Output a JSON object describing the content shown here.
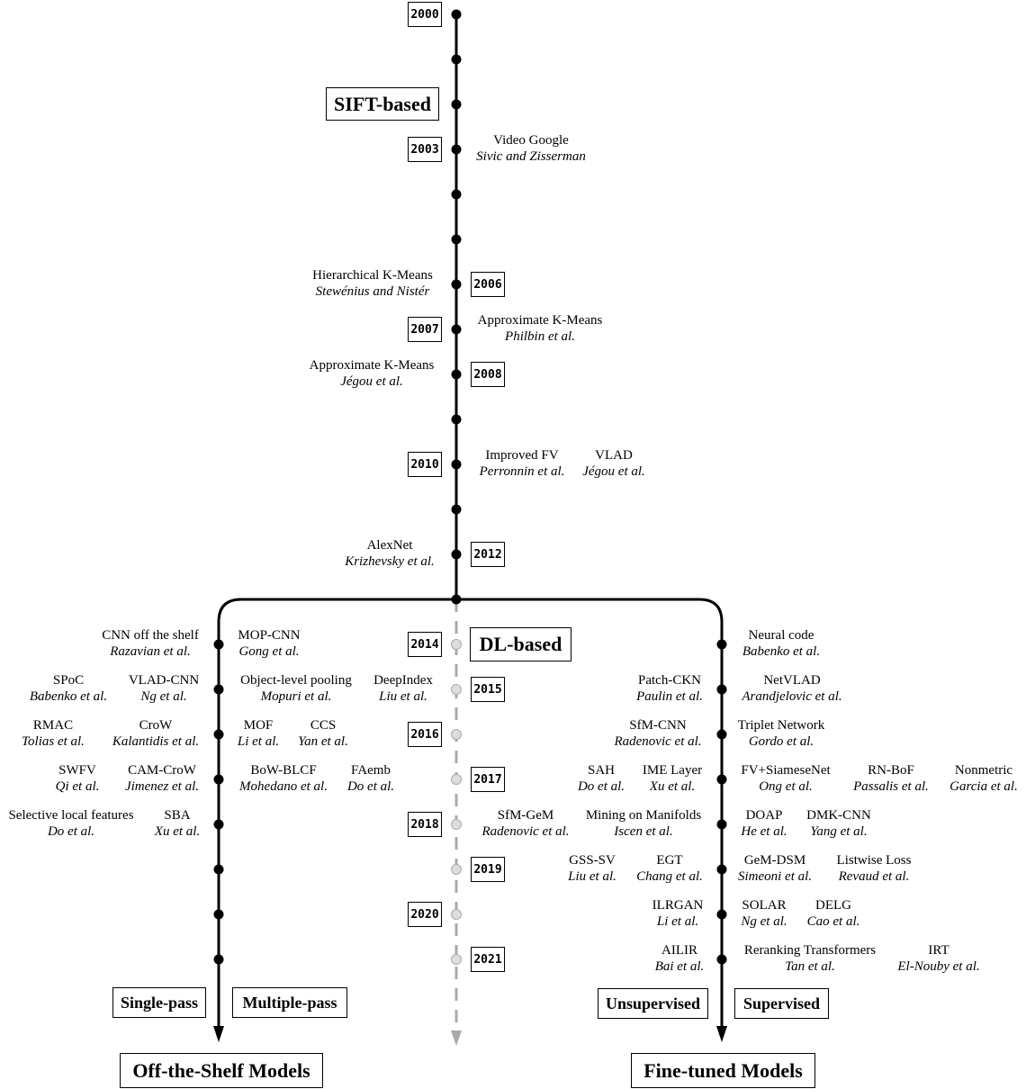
{
  "eras": {
    "sift": "SIFT-based",
    "dl": "DL-based"
  },
  "years_top": [
    "2000",
    "2003",
    "2006",
    "2007",
    "2008",
    "2010",
    "2012"
  ],
  "years_dl": [
    "2014",
    "2015",
    "2016",
    "2017",
    "2018",
    "2019",
    "2020",
    "2021"
  ],
  "entries": [
    {
      "title": "Video Google",
      "author": "Sivic and Zisserman"
    },
    {
      "title": "Hierarchical K-Means",
      "author": "Stewénius and Nistér"
    },
    {
      "title": "Approximate K-Means",
      "author": "Philbin et al."
    },
    {
      "title": "Approximate K-Means",
      "author": "Jégou et al."
    },
    {
      "title": "Improved FV",
      "author": "Perronnin et al."
    },
    {
      "title": "VLAD",
      "author": "Jégou et al."
    },
    {
      "title": "AlexNet",
      "author": "Krizhevsky et al."
    },
    {
      "title": "CNN off the shelf",
      "author": "Razavian et al."
    },
    {
      "title": "MOP-CNN",
      "author": "Gong et al."
    },
    {
      "title": "SPoC",
      "author": "Babenko et al."
    },
    {
      "title": "VLAD-CNN",
      "author": "Ng et al."
    },
    {
      "title": "Object-level pooling",
      "author": "Mopuri et al."
    },
    {
      "title": "DeepIndex",
      "author": "Liu et al."
    },
    {
      "title": "RMAC",
      "author": "Tolias et al."
    },
    {
      "title": "CroW",
      "author": "Kalantidis et al."
    },
    {
      "title": "MOF",
      "author": "Li et al."
    },
    {
      "title": "CCS",
      "author": "Yan et al."
    },
    {
      "title": "SWFV",
      "author": "Qi et al."
    },
    {
      "title": "CAM-CroW",
      "author": "Jimenez et al."
    },
    {
      "title": "BoW-BLCF",
      "author": "Mohedano et al."
    },
    {
      "title": "FAemb",
      "author": "Do et al."
    },
    {
      "title": "Selective local features",
      "author": "Do et al."
    },
    {
      "title": "SBA",
      "author": "Xu et al."
    },
    {
      "title": "Neural code",
      "author": "Babenko et al."
    },
    {
      "title": "Patch-CKN",
      "author": "Paulin et al."
    },
    {
      "title": "NetVLAD",
      "author": "Arandjelovic et al."
    },
    {
      "title": "SfM-CNN",
      "author": "Radenovic et al."
    },
    {
      "title": "Triplet Network",
      "author": "Gordo et al."
    },
    {
      "title": "SAH",
      "author": "Do et al."
    },
    {
      "title": "IME Layer",
      "author": "Xu et al."
    },
    {
      "title": "FV+SiameseNet",
      "author": "Ong et al."
    },
    {
      "title": "RN-BoF",
      "author": "Passalis et al."
    },
    {
      "title": "Nonmetric",
      "author": "Garcia et al."
    },
    {
      "title": "SfM-GeM",
      "author": "Radenovic et al."
    },
    {
      "title": "Mining on Manifolds",
      "author": "Iscen et al."
    },
    {
      "title": "DOAP",
      "author": "He et al."
    },
    {
      "title": "DMK-CNN",
      "author": "Yang et al."
    },
    {
      "title": "GSS-SV",
      "author": "Liu et al."
    },
    {
      "title": "EGT",
      "author": "Chang et al."
    },
    {
      "title": "GeM-DSM",
      "author": "Simeoni et al."
    },
    {
      "title": "Listwise Loss",
      "author": "Revaud et al."
    },
    {
      "title": "ILRGAN",
      "author": "Li et al."
    },
    {
      "title": "SOLAR",
      "author": "Ng et al."
    },
    {
      "title": "DELG",
      "author": "Cao et al."
    },
    {
      "title": "AILIR",
      "author": "Bai et al."
    },
    {
      "title": "Reranking Transformers",
      "author": "Tan et al."
    },
    {
      "title": "IRT",
      "author": "El-Nouby et al."
    }
  ],
  "branches": {
    "single_pass": "Single-pass",
    "multiple_pass": "Multiple-pass",
    "unsupervised": "Unsupervised",
    "supervised": "Supervised",
    "off_the_shelf": "Off-the-Shelf Models",
    "fine_tuned": "Fine-tuned Models"
  }
}
